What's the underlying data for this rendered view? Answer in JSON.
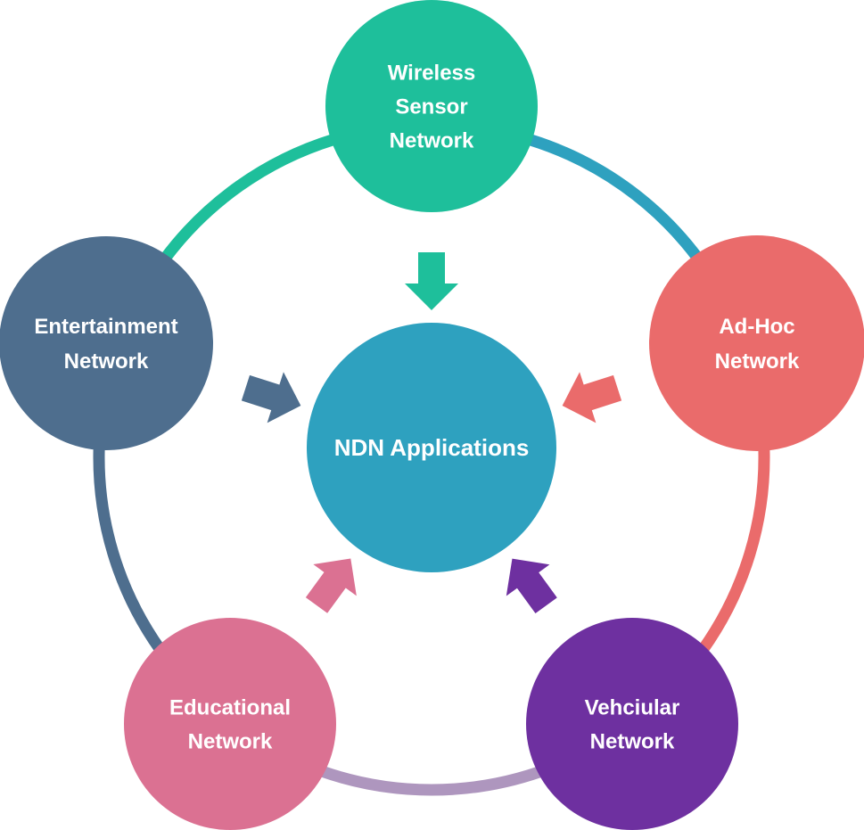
{
  "center": {
    "label": "NDN Applications",
    "color": "#2EA1BF"
  },
  "nodes": [
    {
      "id": "wireless-sensor",
      "lines": [
        "Wireless",
        "Sensor",
        "Network"
      ],
      "color": "#1EBF9B"
    },
    {
      "id": "ad-hoc",
      "lines": [
        "Ad-Hoc",
        "Network"
      ],
      "color": "#EA6B6B"
    },
    {
      "id": "vehciular",
      "lines": [
        "Vehciular",
        "Network"
      ],
      "color": "#6E30A0"
    },
    {
      "id": "educational",
      "lines": [
        "Educational",
        "Network"
      ],
      "color": "#DB7192"
    },
    {
      "id": "entertainment",
      "lines": [
        "Entertainment",
        "Network"
      ],
      "color": "#4E6E8E"
    }
  ],
  "ring_colors": {
    "wireless-to-adhoc": "#2EA1BF",
    "adhoc-to-vehciular": "#EA6B6B",
    "vehciular-to-educational": "#AE96BE",
    "educational-to-entertainment": "#4E6E8E",
    "entertainment-to-wireless": "#1EBF9B"
  }
}
